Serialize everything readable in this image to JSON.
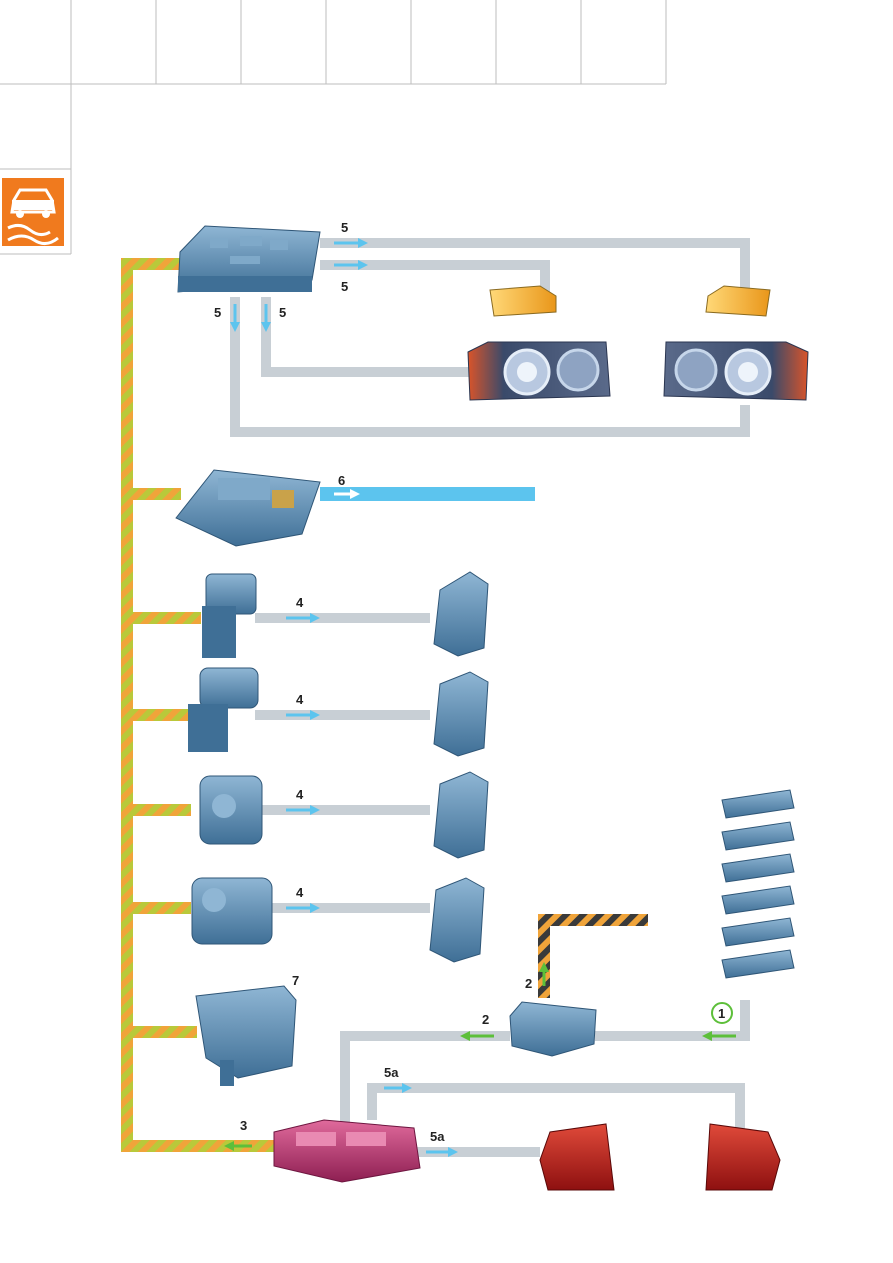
{
  "colors": {
    "bus": "#c8cfd5",
    "bus_active": "#5cc4ee",
    "arrow_blue": "#5cc4ee",
    "arrow_green": "#5dbf3a",
    "power_orange": "#f0a43a",
    "power_green": "#b9c93a",
    "module_blue": "#5e8fb5",
    "module_magenta": "#c03c78",
    "lamp_amber": "#f2a81e",
    "taillight_red": "#c02020",
    "warning_orange": "#f07a1e"
  },
  "icons": {
    "warning": "skidding-car-icon"
  },
  "labels": {
    "l5_top": "5",
    "l5_second": "5",
    "l5_left": "5",
    "l5_right": "5",
    "l6": "6",
    "l4_a": "4",
    "l4_b": "4",
    "l4_c": "4",
    "l4_d": "4",
    "l7": "7",
    "l2_vertical": "2",
    "l2_horizontal": "2",
    "l1": "1",
    "l3": "3",
    "l5a_top": "5a",
    "l5a_bottom": "5a"
  }
}
